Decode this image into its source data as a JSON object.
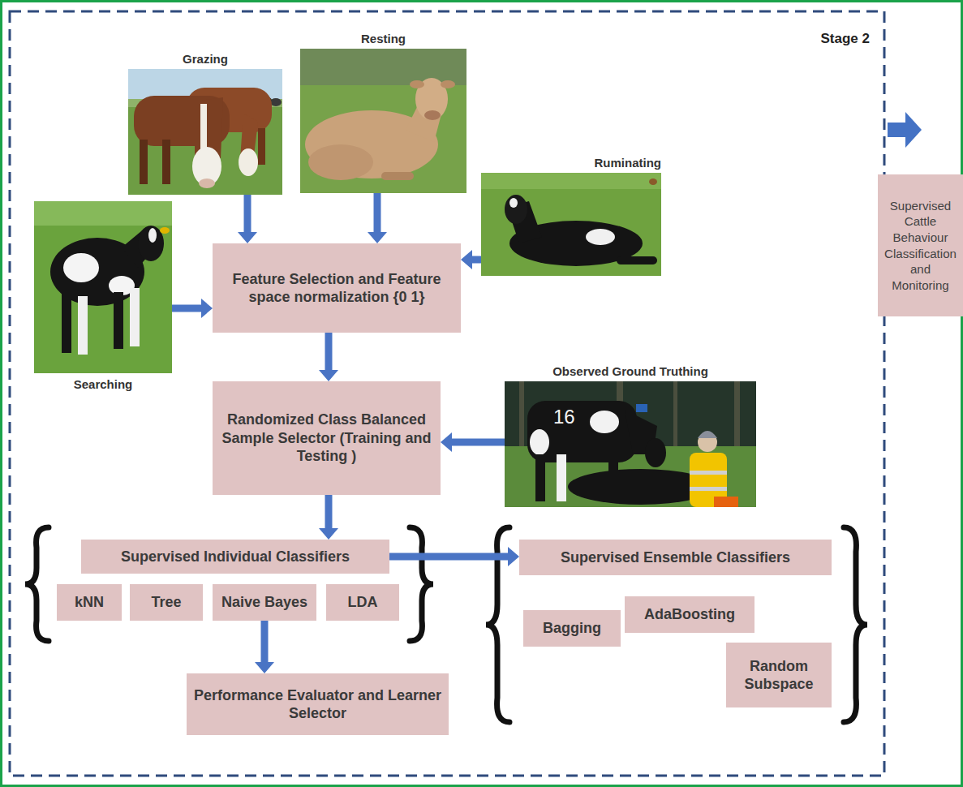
{
  "diagram": {
    "nodes": [
      {
        "text": [
          "Grazing"
        ]
      },
      {
        "text": [
          "Resting"
        ]
      },
      {
        "text": [
          "Ruminating"
        ]
      },
      {
        "text": [
          "Searching"
        ]
      },
      {
        "text": [
          "Feature Selection and Feature space normalization {0 1}"
        ]
      },
      {
        "text": [
          "Observed Ground Truthing"
        ]
      },
      {
        "text": [
          "Randomized Class Balanced Sample Selector (Training and Testing )"
        ]
      },
      {
        "text": [
          "Supervised Individual Classifiers"
        ]
      },
      {
        "text": [
          "kNN"
        ]
      },
      {
        "text": [
          "Tree"
        ]
      },
      {
        "text": [
          "Naive Bayes"
        ]
      },
      {
        "text": [
          "LDA"
        ]
      },
      {
        "text": [
          "Performance Evaluator and Learner Selector"
        ]
      },
      {
        "text": [
          "Supervised Ensemble Classifiers"
        ]
      },
      {
        "text": [
          "Bagging"
        ]
      },
      {
        "text": [
          "AdaBoosting"
        ]
      },
      {
        "text": [
          "Random Subspace"
        ]
      },
      {
        "text": [
          "Supervised Cattle Behaviour Classification and Monitoring"
        ]
      }
    ],
    "edges": [
      {
        "from": 0,
        "to": 4,
        "arrow": "to"
      },
      {
        "from": 1,
        "to": 4,
        "arrow": "to"
      },
      {
        "from": 2,
        "to": 4,
        "arrow": "to"
      },
      {
        "from": 3,
        "to": 4,
        "arrow": "to"
      },
      {
        "from": 4,
        "to": 6,
        "arrow": "to"
      },
      {
        "from": 5,
        "to": 6,
        "arrow": "to"
      },
      {
        "from": 6,
        "to": 7,
        "arrow": "to"
      },
      {
        "from": 10,
        "to": 12,
        "arrow": "to"
      },
      {
        "from": 7,
        "to": 13,
        "arrow": "to"
      }
    ],
    "labels": [
      "Stage 2",
      "16"
    ]
  }
}
